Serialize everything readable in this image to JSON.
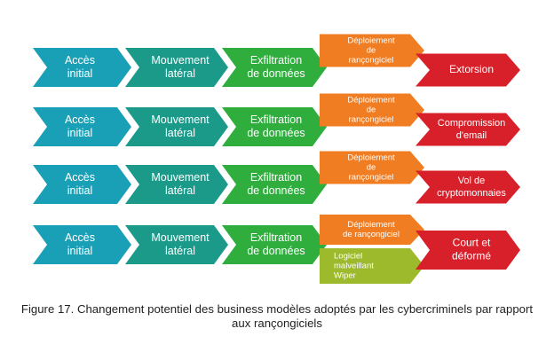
{
  "colors": {
    "acces": "#1aa0b6",
    "mouvement": "#1b9a8a",
    "exfiltration": "#2fae3e",
    "deploiement": "#f07d22",
    "outcome": "#d8202a",
    "wiper": "#9dba2c"
  },
  "rows": [
    {
      "acces": [
        "Accès",
        "initial"
      ],
      "mouvement": [
        "Mouvement",
        "latéral"
      ],
      "exfiltration": [
        "Exfiltration",
        "de données"
      ],
      "deploiement": [
        "Déploiement",
        "de",
        "rançongiciel"
      ],
      "outcome": [
        "Extorsion"
      ]
    },
    {
      "acces": [
        "Accès",
        "initial"
      ],
      "mouvement": [
        "Mouvement",
        "latéral"
      ],
      "exfiltration": [
        "Exfiltration",
        "de données"
      ],
      "deploiement": [
        "Déploiement",
        "de",
        "rançongiciel"
      ],
      "outcome": [
        "Compromission",
        "d'email"
      ]
    },
    {
      "acces": [
        "Accès",
        "initial"
      ],
      "mouvement": [
        "Mouvement",
        "latéral"
      ],
      "exfiltration": [
        "Exfiltration",
        "de données"
      ],
      "deploiement": [
        "Déploiement",
        "de",
        "rançongiciel"
      ],
      "outcome": [
        "Vol de",
        "cryptomonnaies"
      ]
    },
    {
      "acces": [
        "Accès",
        "initial"
      ],
      "mouvement": [
        "Mouvement",
        "latéral"
      ],
      "exfiltration": [
        "Exfiltration",
        "de données"
      ],
      "deploiement": [
        "Déploiement",
        "de",
        "rançongiciel"
      ],
      "outcome": [
        "Court et",
        "déformé"
      ],
      "wiper": [
        "Logiciel",
        "malveillant",
        "Wiper"
      ]
    }
  ],
  "caption": "Figure 17. Changement potentiel des business modèles adoptés par les cybercriminels par rapport aux rançongiciels"
}
